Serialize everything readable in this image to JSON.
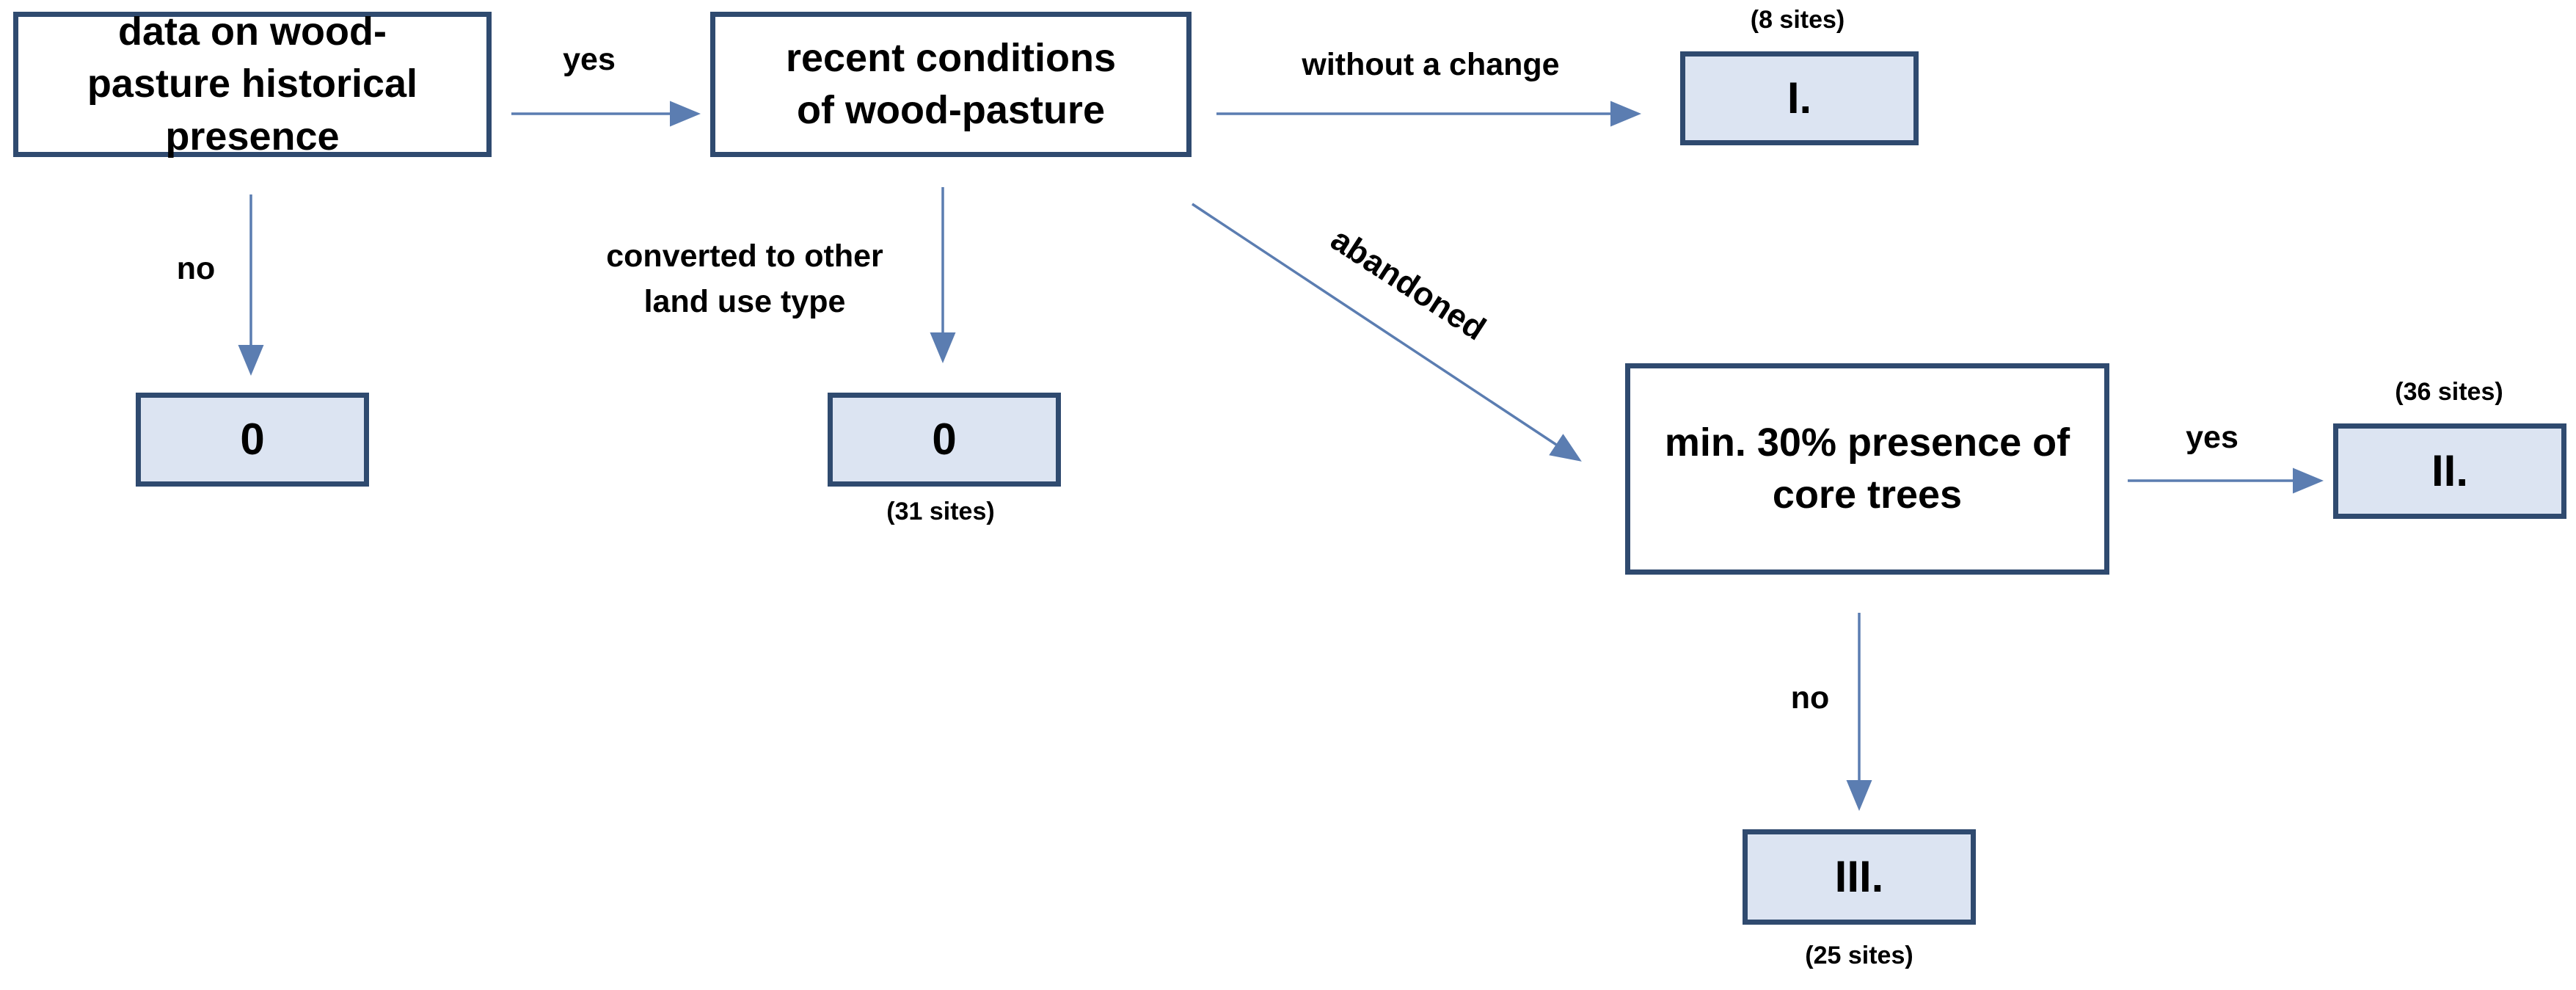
{
  "nodes": {
    "historical": "data on wood-pasture historical presence",
    "recent": "recent conditions of wood-pasture",
    "core": "min. 30% presence of core trees",
    "zero_left": "0",
    "zero_mid": "0",
    "class_i": "I.",
    "class_ii": "II.",
    "class_iii": "III."
  },
  "edges": {
    "yes_top": "yes",
    "no_left": "no",
    "converted_line1": "converted to other",
    "converted_line2": "land use type",
    "without_change": "without a change",
    "abandoned": "abandoned",
    "yes_core": "yes",
    "no_core": "no"
  },
  "counts": {
    "class_i": "(8 sites)",
    "zero_mid": "(31 sites)",
    "class_ii": "(36 sites)",
    "class_iii": "(25 sites)"
  },
  "colors": {
    "box_border": "#2f4a6f",
    "outcome_fill": "#dce4f2",
    "arrow": "#5b7db1"
  }
}
